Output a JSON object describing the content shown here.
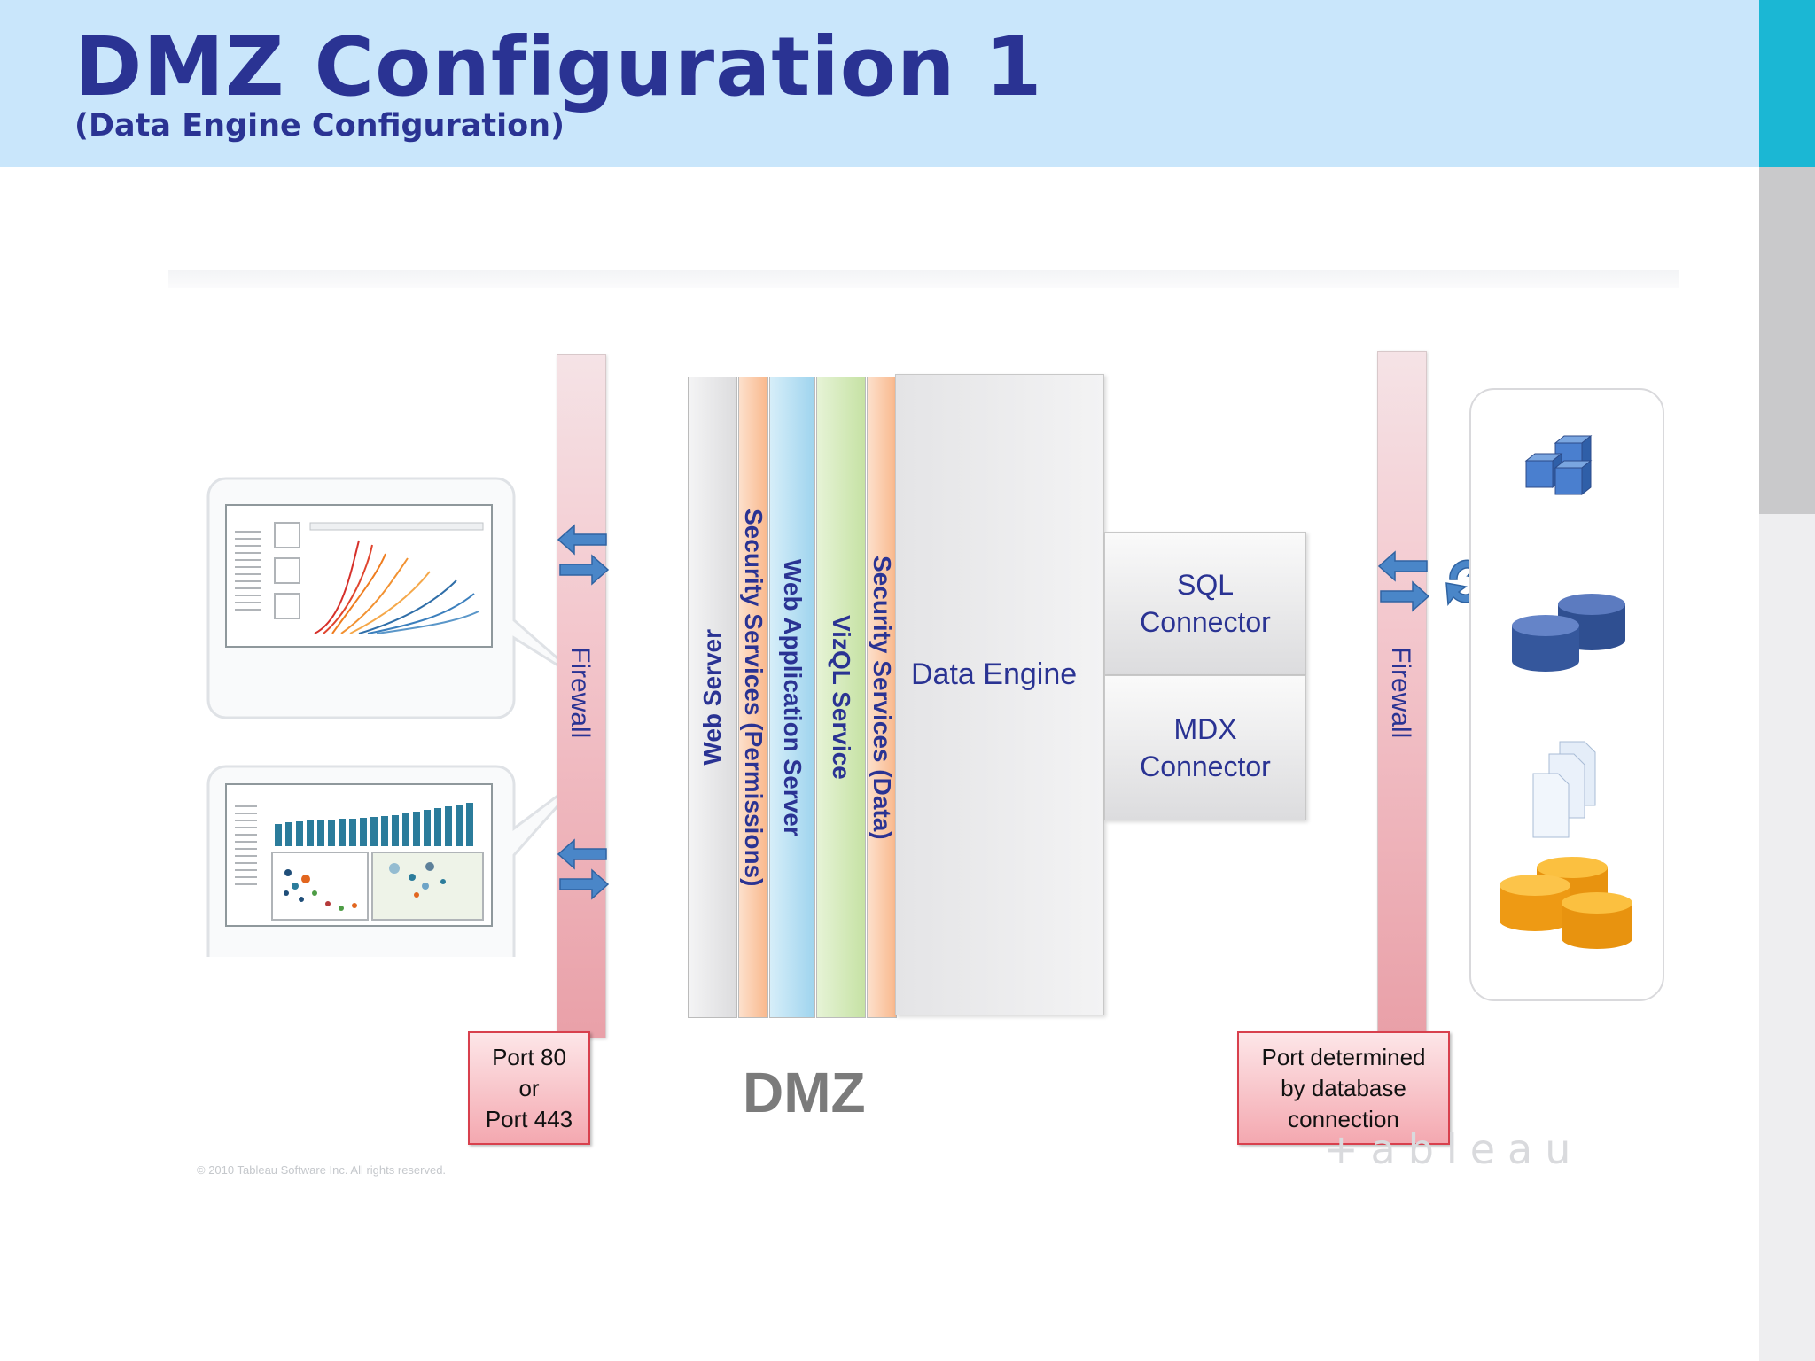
{
  "header": {
    "title": "DMZ Configuration 1",
    "subtitle": "(Data Engine Configuration)"
  },
  "firewalls": {
    "left_label": "Firewall",
    "right_label": "Firewall"
  },
  "ports": {
    "left": [
      "Port 80",
      "or",
      "Port 443"
    ],
    "right": [
      "Port determined",
      "by database",
      "connection"
    ]
  },
  "dmz_components": {
    "web_server": "Web Server",
    "security_permissions": "Security Services (Permissions)",
    "web_app_server": "Web Application Server",
    "vizql_service": "VizQL Service",
    "security_data": "Security Services (Data)",
    "data_engine": "Data Engine"
  },
  "connectors": {
    "sql": [
      "SQL",
      "Connector"
    ],
    "mdx": [
      "MDX",
      "Connector"
    ]
  },
  "dmz_label": "DMZ",
  "footer": {
    "copyright": "© 2010 Tableau Software Inc. All rights reserved.",
    "logo": "+ableau"
  },
  "colors": {
    "title": "#2a3393",
    "header_bg": "#c9e6fb",
    "accent": "#1bb7d4",
    "strip_web_server": "#e8e8ea",
    "strip_security": "#fbc8a4",
    "strip_web_app": "#a9daf0",
    "strip_vizql": "#cfe7b0",
    "port_border": "#d8404d",
    "db_blue": "#3d5a9e",
    "db_orange": "#f5a623"
  },
  "icons": [
    "bidirectional-arrow-icon",
    "refresh-icon",
    "cubes-icon",
    "database-icon",
    "documents-icon",
    "database-orange-icon"
  ]
}
